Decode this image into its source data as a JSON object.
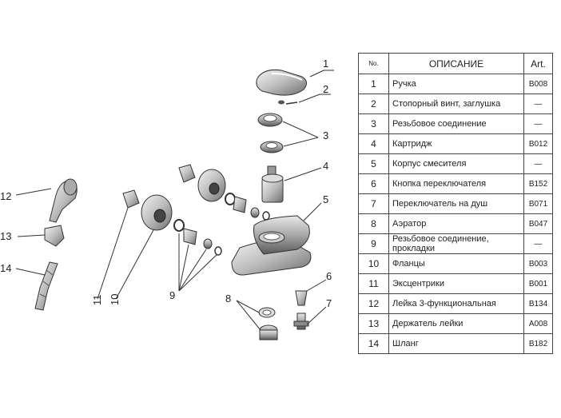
{
  "table": {
    "headers": {
      "no": "No.",
      "description": "ОПИСАНИЕ",
      "art": "Art."
    },
    "rows": [
      {
        "no": "1",
        "description": "Ручка",
        "art": "B008"
      },
      {
        "no": "2",
        "description": "Стопорный винт, заглушка",
        "art": "—"
      },
      {
        "no": "3",
        "description": "Резьбовое соединение",
        "art": "—"
      },
      {
        "no": "4",
        "description": "Картридж",
        "art": "B012"
      },
      {
        "no": "5",
        "description": "Корпус смесителя",
        "art": "—"
      },
      {
        "no": "6",
        "description": "Кнопка переключателя",
        "art": "B152"
      },
      {
        "no": "7",
        "description": "Переключатель на душ",
        "art": "B071"
      },
      {
        "no": "8",
        "description": "Аэратор",
        "art": "B047"
      },
      {
        "no": "9",
        "description": "Резьбовое соединение, прокладки",
        "art": "—"
      },
      {
        "no": "10",
        "description": "Фланцы",
        "art": "B003"
      },
      {
        "no": "11",
        "description": "Эксцентрики",
        "art": "B001"
      },
      {
        "no": "12",
        "description": "Лейка 3-функциональная",
        "art": "B134"
      },
      {
        "no": "13",
        "description": "Держатель лейки",
        "art": "A008"
      },
      {
        "no": "14",
        "description": "Шланг",
        "art": "B182"
      }
    ]
  },
  "diagram": {
    "callouts": [
      "1",
      "2",
      "3",
      "4",
      "5",
      "6",
      "7",
      "8",
      "9",
      "10",
      "11",
      "12",
      "13",
      "14"
    ]
  }
}
